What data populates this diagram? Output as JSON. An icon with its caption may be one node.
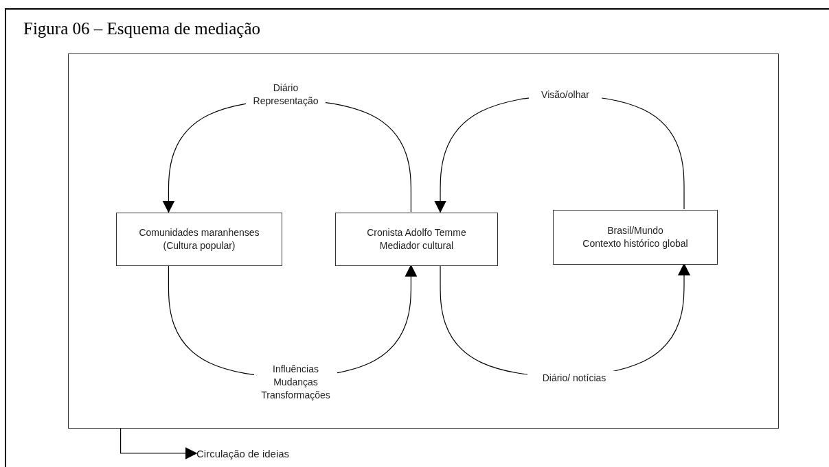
{
  "diagram": {
    "title": "Figura 06 – Esquema de mediação",
    "nodes": [
      {
        "text": [],
        "shape": "box"
      },
      {
        "text": [
          "Comunidades maranhenses",
          "(Cultura popular)"
        ],
        "in": 0
      },
      {
        "text": [
          "Cronista Adolfo Temme",
          "Mediador cultural"
        ],
        "in": 0
      },
      {
        "text": [
          "Brasil/Mundo",
          "Contexto histórico global"
        ],
        "in": 0
      },
      {
        "text": [
          "Circulação de ideias"
        ]
      }
    ],
    "edges": [
      {
        "from": 2,
        "to": 1,
        "arrow": "to",
        "label": "Diário Representação"
      },
      {
        "from": 3,
        "to": 2,
        "arrow": "to",
        "label": "Visão/olhar"
      },
      {
        "from": 1,
        "to": 2,
        "arrow": "to",
        "label": "Influências Mudanças Transformações"
      },
      {
        "from": 2,
        "to": 3,
        "arrow": "to",
        "label": "Diário/ notícias"
      },
      {
        "from": 0,
        "to": 4,
        "arrow": "to"
      }
    ]
  }
}
